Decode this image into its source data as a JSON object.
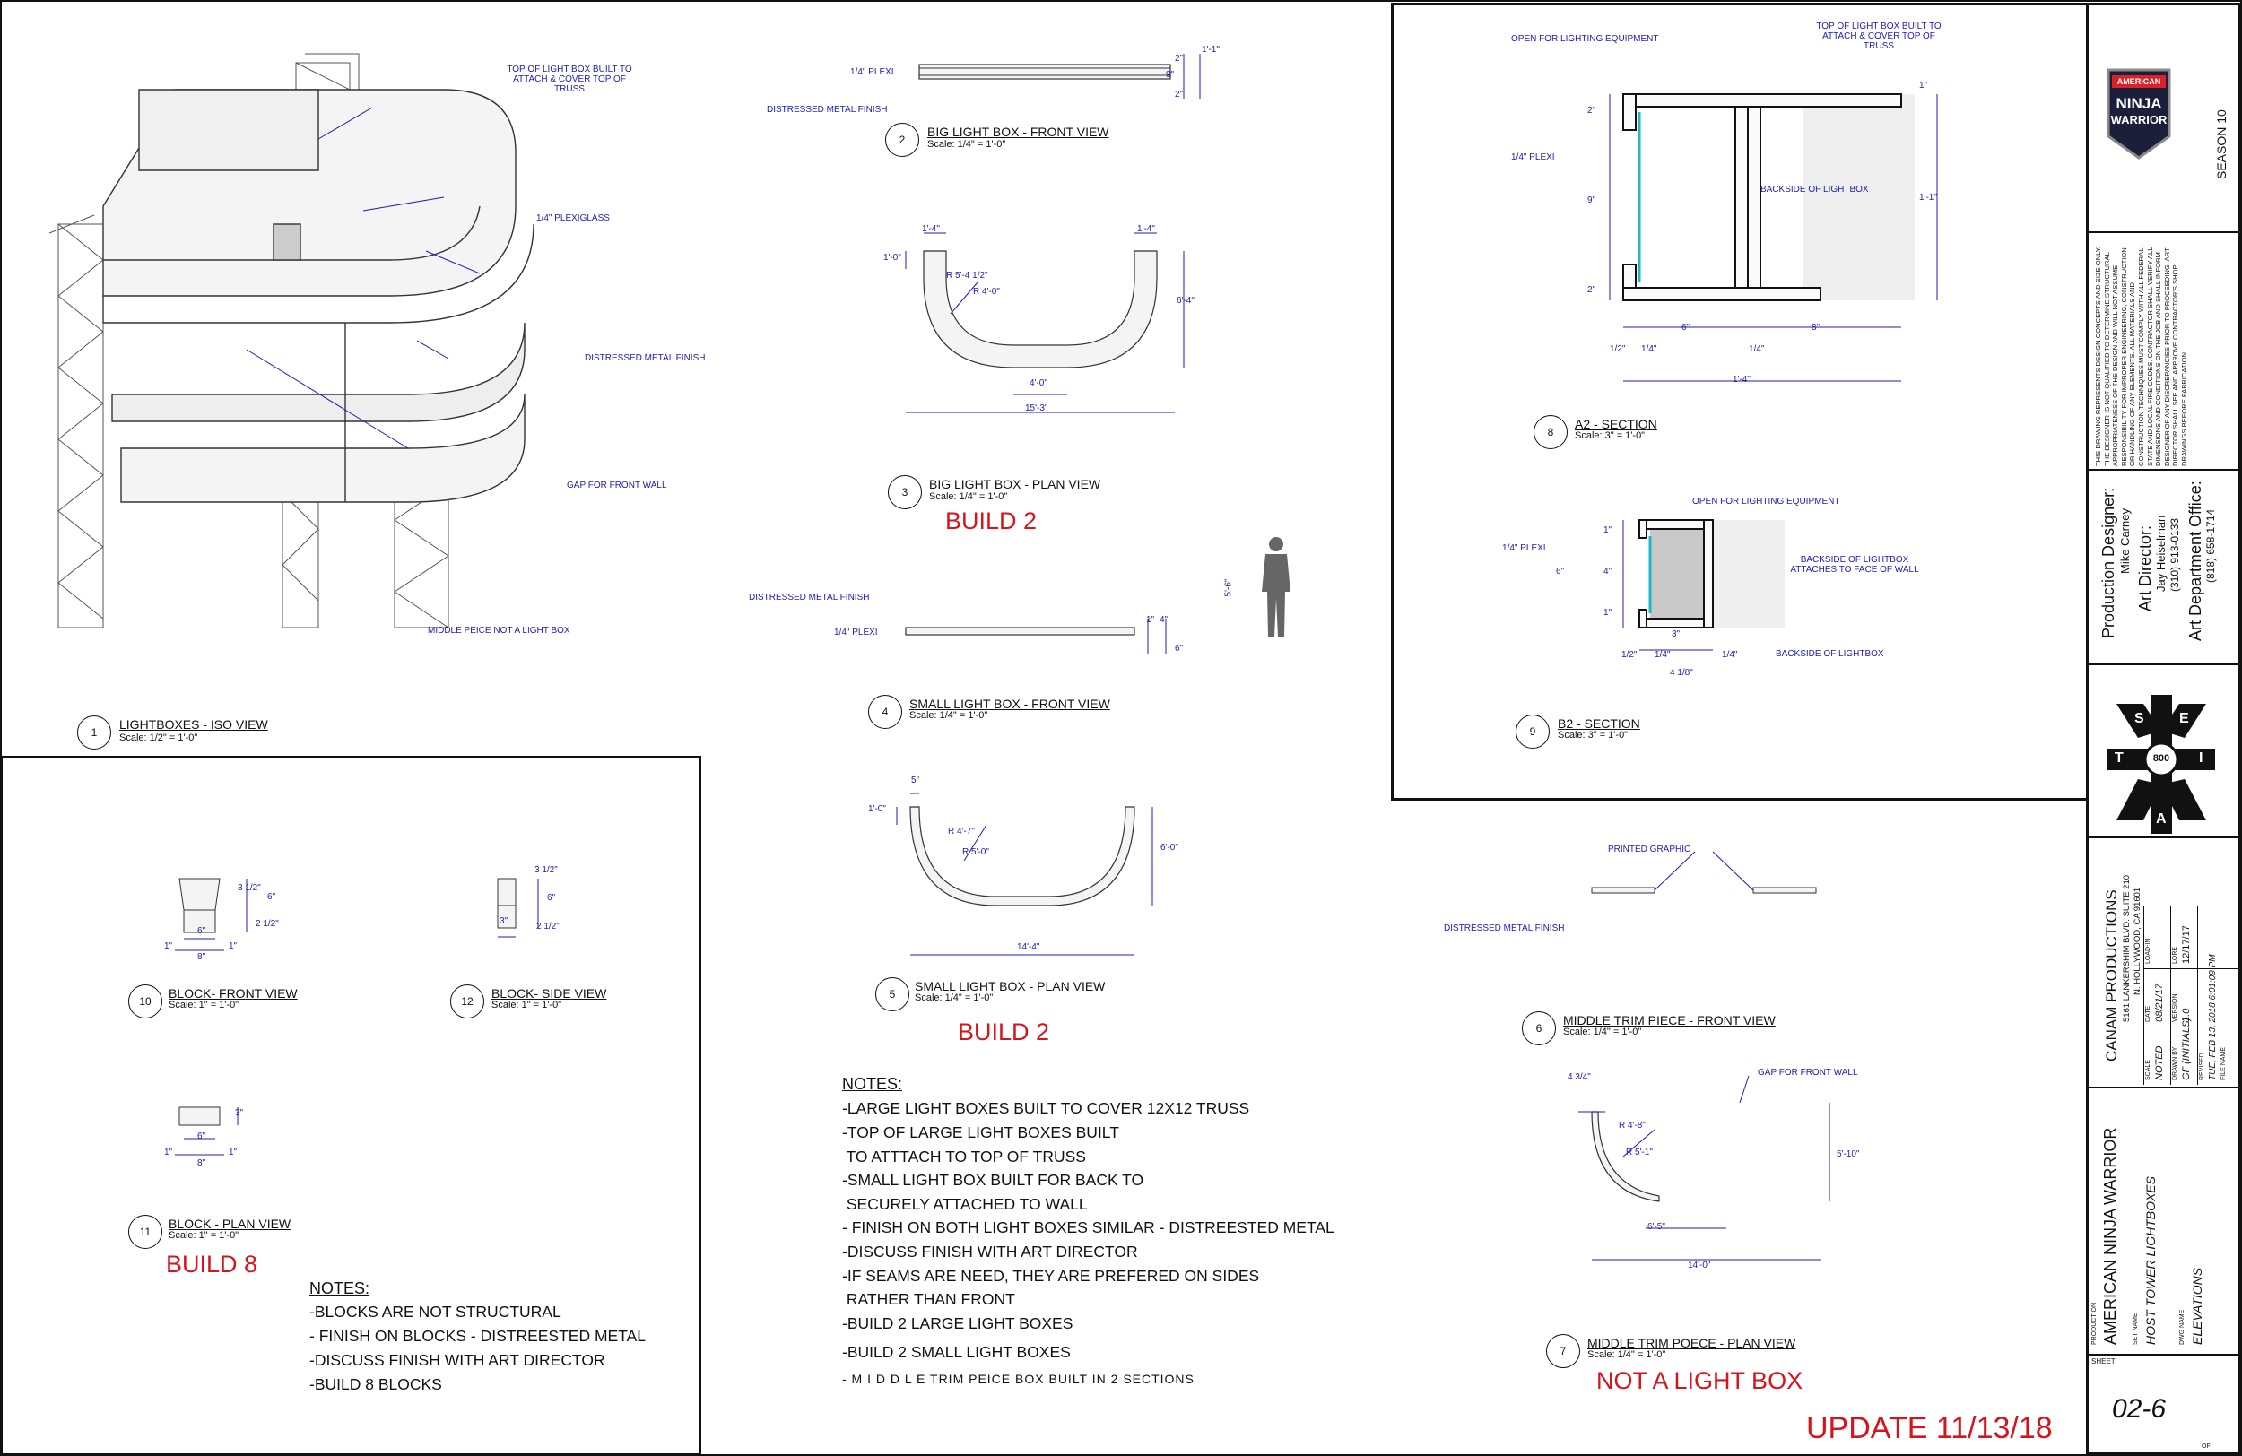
{
  "views": {
    "v1": {
      "num": "1",
      "title": "LIGHTBOXES - ISO VIEW",
      "scale": "Scale: 1/2\" = 1'-0\""
    },
    "v2": {
      "num": "2",
      "title": "BIG LIGHT BOX - FRONT VIEW",
      "scale": "Scale: 1/4\" = 1'-0\""
    },
    "v3": {
      "num": "3",
      "title": "BIG LIGHT BOX - PLAN VIEW",
      "scale": "Scale: 1/4\" = 1'-0\""
    },
    "v4": {
      "num": "4",
      "title": "SMALL LIGHT BOX - FRONT VIEW",
      "scale": "Scale: 1/4\" = 1'-0\""
    },
    "v5": {
      "num": "5",
      "title": "SMALL LIGHT BOX - PLAN VIEW",
      "scale": "Scale: 1/4\" = 1'-0\""
    },
    "v6": {
      "num": "6",
      "title": "MIDDLE TRIM PIECE - FRONT VIEW",
      "scale": "Scale: 1/4\" = 1'-0\""
    },
    "v7": {
      "num": "7",
      "title": "MIDDLE TRIM POECE - PLAN VIEW",
      "scale": "Scale: 1/4\" = 1'-0\""
    },
    "v8": {
      "num": "8",
      "title": "A2 - SECTION",
      "scale": "Scale: 3\" = 1'-0\""
    },
    "v9": {
      "num": "9",
      "title": "B2 - SECTION",
      "scale": "Scale: 3\" = 1'-0\""
    },
    "v10": {
      "num": "10",
      "title": "BLOCK- FRONT VIEW",
      "scale": "Scale: 1\" = 1'-0\""
    },
    "v11": {
      "num": "11",
      "title": "BLOCK - PLAN VIEW",
      "scale": "Scale: 1\" = 1'-0\""
    },
    "v12": {
      "num": "12",
      "title": "BLOCK- SIDE VIEW",
      "scale": "Scale: 1\" = 1'-0\""
    }
  },
  "callouts": {
    "iso_top": "TOP OF LIGHT BOX BUILT TO ATTACH & COVER TOP OF TRUSS",
    "iso_plexi": "1/4\" PLEXIGLASS",
    "iso_metal": "DISTRESSED METAL FINISH",
    "iso_gap": "GAP FOR FRONT WALL",
    "iso_middle": "MIDDLE PEICE NOT A LIGHT BOX",
    "v2_plexi": "1/4\" PLEXI",
    "v2_metal": "DISTRESSED METAL FINISH",
    "v4_metal": "DISTRESSED METAL FINISH",
    "v4_plexi": "1/4\" PLEXI",
    "a2_open": "OPEN FOR LIGHTING EQUIPMENT",
    "a2_top": "TOP OF LIGHT BOX BUILT TO ATTACH & COVER TOP OF TRUSS",
    "a2_plexi": "1/4\" PLEXI",
    "a2_back": "BACKSIDE OF LIGHTBOX",
    "b2_open": "OPEN FOR LIGHTING EQUIPMENT",
    "b2_plexi": "1/4\" PLEXI",
    "b2_attach": "BACKSIDE OF LIGHTBOX ATTACHES TO FACE OF WALL",
    "b2_back": "BACKSIDE OF LIGHTBOX",
    "v6_graphic": "PRINTED GRAPHIC",
    "v6_metal": "DISTRESSED METAL FINISH",
    "v7_gap": "GAP FOR FRONT WALL"
  },
  "dims": {
    "v2": [
      "1'-1\"",
      "2\"",
      "9\"",
      "2\""
    ],
    "v3": [
      "1'-4\"",
      "1'-4\"",
      "1'-0\"",
      "R 5'-4 1/2\"",
      "R 4'-0\"",
      "6'-4\"",
      "4'-0\"",
      "15'-3\""
    ],
    "v4": [
      "1\"",
      "4\"",
      "6\""
    ],
    "v5": [
      "5\"",
      "1'-0\"",
      "R 4'-7\"",
      "R 5'-0\"",
      "6'-0\"",
      "14'-4\""
    ],
    "v7": [
      "4 3/4\"",
      "R 4'-8\"",
      "R 5'-1\"",
      "5'-10\"",
      "6'-5\"",
      "14'-0\""
    ],
    "a2": [
      "1\"",
      "2\"",
      "9\"",
      "2\"",
      "1'-1\"",
      "6\"",
      "8\"",
      "1/2\"",
      "1/4\"",
      "1/4\"",
      "1'-4\""
    ],
    "b2": [
      "1\"",
      "4\"",
      "1\"",
      "6\"",
      "3\"",
      "1/2\"",
      "1/4\"",
      "1/4\"",
      "4 1/8\""
    ],
    "v10": [
      "3 1/2\"",
      "6\"",
      "2 1/2\"",
      "6\"",
      "8\"",
      "1\"",
      "1\""
    ],
    "v11": [
      "3\"",
      "6\"",
      "8\"",
      "1\"",
      "1\""
    ],
    "v12": [
      "3 1/2\"",
      "6\"",
      "2 1/2\"",
      "3\""
    ],
    "figure": "5'-6\""
  },
  "build": {
    "build2_a": "BUILD 2",
    "build2_b": "BUILD 2",
    "build8": "BUILD 8",
    "not_light": "NOT A LIGHT BOX",
    "update": "UPDATE 11/13/18"
  },
  "notes_main": {
    "heading": "NOTES:",
    "items": [
      "-LARGE LIGHT BOXES BUILT TO COVER 12X12 TRUSS",
      "-TOP OF LARGE LIGHT BOXES BUILT",
      " TO ATTTACH TO TOP OF TRUSS",
      "-SMALL LIGHT BOX BUILT FOR BACK TO",
      " SECURELY ATTACHED TO WALL",
      "- FINISH ON BOTH LIGHT BOXES SIMILAR - DISTREESTED METAL",
      "-DISCUSS FINISH WITH ART DIRECTOR",
      "-IF SEAMS ARE NEED, THEY ARE PREFERED ON SIDES",
      " RATHER THAN FRONT",
      "-BUILD 2 LARGE LIGHT BOXES",
      "-BUILD 2 SMALL LIGHT BOXES",
      "- M I D D L E TRIM PEICE BOX BUILT IN 2 SECTIONS"
    ]
  },
  "notes_block": {
    "heading": "NOTES:",
    "items": [
      "-BLOCKS ARE NOT STRUCTURAL",
      "- FINISH ON BLOCKS - DISTREESTED METAL",
      "-DISCUSS FINISH WITH ART DIRECTOR",
      "-BUILD 8 BLOCKS"
    ]
  },
  "titleblock": {
    "logo_top": "AMERICAN",
    "logo_ninja": "NINJA",
    "logo_warrior": "WARRIOR",
    "season": "SEASON 10",
    "disclaimer": "THIS DRAWING REPRESENTS DESIGN CONCEPTS AND SIZE ONLY. THE DESIGNER IS NOT QUALIFIED TO DETERMINE STRUCTURAL APPROPRIATENESS OF THE DESIGN AND WILL NOT ASSUME RESPONSIBILITY FOR IMPROPER ENGINEERING, CONSTRUCTION OR HANDLING OF ANY ELEMENTS. ALL MATERIALS AND CONSTRUCTION TECHNIQUES MUST COMPLY WITH ALL FEDERAL, STATE AND LOCAL FIRE CODES. CONTRACTOR SHALL VERIFY ALL DIMENSIONS AND CONDITIONS ON THE JOB AND SHALL INFORM DESIGNER OF ANY DISCREPANCIES PRIOR TO PROCEEDING. ART DIRECTOR SHALL SEE AND APPROVE CONTRACTOR'S SHOP DRAWINGS BEFORE FABRICATION.",
    "pd_label": "Production Designer:",
    "pd_name": "Mike Carney",
    "ad_label": "Art Director:",
    "ad_name": "Jay Heiselman",
    "ad_phone": "(310) 913-0133",
    "office_label": "Art Department Office:",
    "office_phone": "(818) 658-1714",
    "union_i": "I",
    "union_a": "A",
    "union_t": "T",
    "union_s": "S",
    "union_e": "E",
    "union_800": "800",
    "company": "CANAM PRODUCTIONS",
    "address1": "5161 LANKERSHIM BLVD. SUITE 210",
    "address2": "N. HOLLYWOOD, CA 91601",
    "scale_label": "SCALE",
    "scale_val": "NOTED",
    "date_label": "DATE",
    "date_val": "08/21/17",
    "loadin_label": "LOAD-IN",
    "drawn_label": "DRAWN BY",
    "drawn_val": "GF (INITIALS)",
    "version_label": "VERSION",
    "version_val": "1.0",
    "lore_label": "LORE",
    "lore_val": "12/17/17",
    "revised_label": "REVISED",
    "revised_val": "TUE, FEB 13, 2018 6:01:09 PM",
    "filename_label": "FILE NAME",
    "production_label": "PRODUCTION",
    "production_val": "AMERICAN NINJA WARRIOR",
    "setname_label": "SET NAME",
    "setname_val": "HOST TOWER LIGHTBOXES",
    "dwgname_label": "DWG NAME",
    "dwgname_val": "ELEVATIONS",
    "sheet_label": "SHEET",
    "sheet_val": "02-6",
    "of_label": "OF"
  }
}
